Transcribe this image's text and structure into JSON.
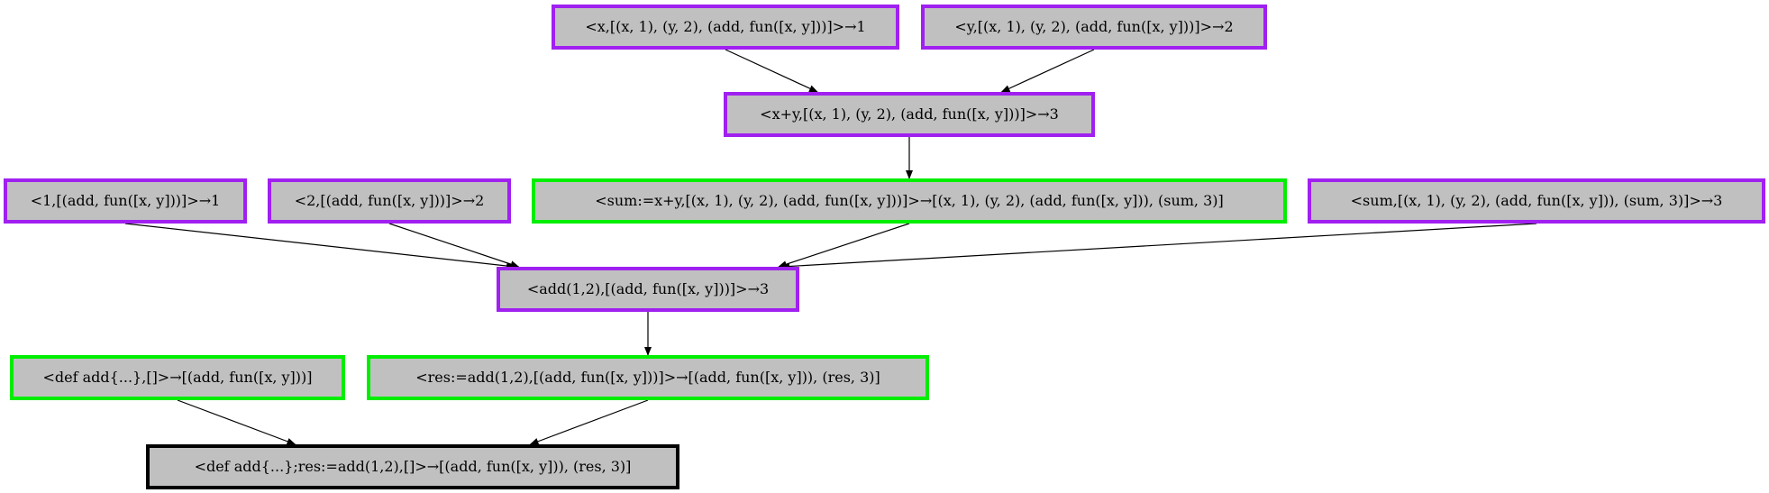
{
  "nodes": [
    {
      "id": "n1",
      "label": "<x,[(x, 1), (y, 2), (add, fun([x, y]))]>→1",
      "kind": "purple"
    },
    {
      "id": "n2",
      "label": "<y,[(x, 1), (y, 2), (add, fun([x, y]))]>→2",
      "kind": "purple"
    },
    {
      "id": "n3",
      "label": "<x+y,[(x, 1), (y, 2), (add, fun([x, y]))]>→3",
      "kind": "purple"
    },
    {
      "id": "n4",
      "label": "<1,[(add, fun([x, y]))]>→1",
      "kind": "purple"
    },
    {
      "id": "n5",
      "label": "<2,[(add, fun([x, y]))]>→2",
      "kind": "purple"
    },
    {
      "id": "n6",
      "label": "<sum:=x+y,[(x, 1), (y, 2), (add, fun([x, y]))]>→[(x, 1), (y, 2), (add, fun([x, y])), (sum, 3)]",
      "kind": "green"
    },
    {
      "id": "n7",
      "label": "<sum,[(x, 1), (y, 2), (add, fun([x, y])), (sum, 3)]>→3",
      "kind": "purple"
    },
    {
      "id": "n8",
      "label": "<add(1,2),[(add, fun([x, y]))]>→3",
      "kind": "purple"
    },
    {
      "id": "n9",
      "label": "<def add{...},[]>→[(add, fun([x, y]))]",
      "kind": "green"
    },
    {
      "id": "n10",
      "label": "<res:=add(1,2),[(add, fun([x, y]))]>→[(add, fun([x, y])), (res, 3)]",
      "kind": "green"
    },
    {
      "id": "n11",
      "label": "<def add{...};res:=add(1,2),[]>→[(add, fun([x, y])), (res, 3)]",
      "kind": "black"
    }
  ],
  "edges": [
    {
      "from": "n1",
      "to": "n3"
    },
    {
      "from": "n2",
      "to": "n3"
    },
    {
      "from": "n3",
      "to": "n6"
    },
    {
      "from": "n4",
      "to": "n8"
    },
    {
      "from": "n5",
      "to": "n8"
    },
    {
      "from": "n6",
      "to": "n8"
    },
    {
      "from": "n7",
      "to": "n8"
    },
    {
      "from": "n8",
      "to": "n10"
    },
    {
      "from": "n9",
      "to": "n11"
    },
    {
      "from": "n10",
      "to": "n11"
    }
  ],
  "colors": {
    "node_fill": "#c0c0c0",
    "border_purple": "#a020f0",
    "border_green": "#00ee00",
    "border_black": "#000000",
    "edge": "#000000"
  }
}
